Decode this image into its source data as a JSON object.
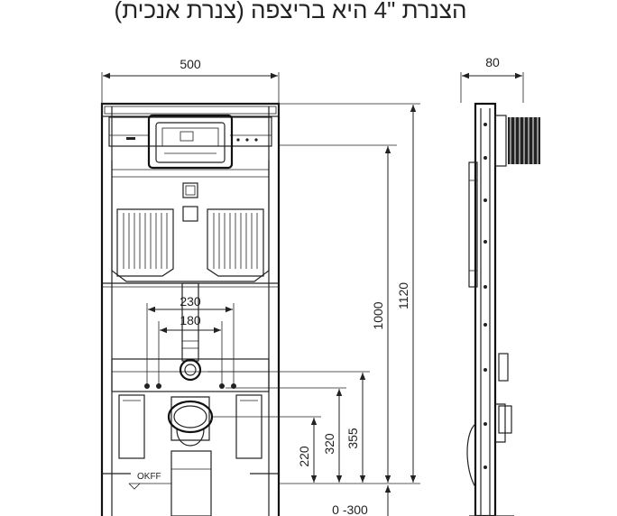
{
  "header": {
    "title": "הצנרת \"4 היא בריצפה (צנרת אנכית)"
  },
  "dimensions": {
    "width": "500",
    "depth": "80",
    "height_total": "1120",
    "height_frame": "1000",
    "spacing_outer": "230",
    "spacing_inner": "180",
    "height_355": "355",
    "height_320": "320",
    "height_220": "220",
    "floor_adjust": "0 -300"
  },
  "labels": {
    "floor_reference": "OKFF"
  }
}
